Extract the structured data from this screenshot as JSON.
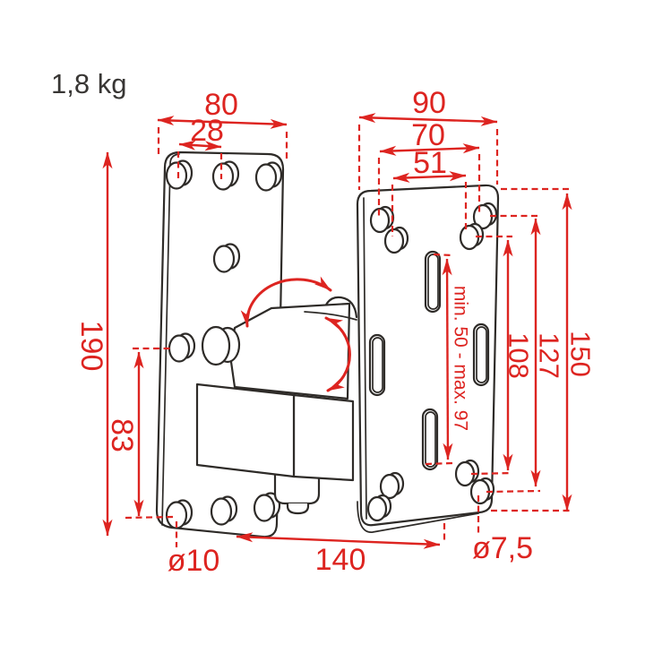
{
  "annotation": {
    "weight": "1,8 kg"
  },
  "colors": {
    "dimension_red": "#dd2420",
    "drawing_black": "#2e2b28",
    "background": "#ffffff"
  },
  "dims": {
    "left_plate_width": "80",
    "left_top_hole_spacing": "28",
    "right_plate_width": "90",
    "right_outer_hole_spacing": "70",
    "right_inner_hole_spacing": "51",
    "left_plate_height": "190",
    "left_hole_spacing_vertical": "83",
    "right_plate_height": "150",
    "right_outer_hole_spacing_vertical": "127",
    "right_inner_hole_spacing_vertical": "108",
    "slot_adjustment_range": "min. 50 - max. 97",
    "mount_depth": "140",
    "left_hole_diameter": "ø10",
    "right_hole_diameter": "ø7,5"
  }
}
